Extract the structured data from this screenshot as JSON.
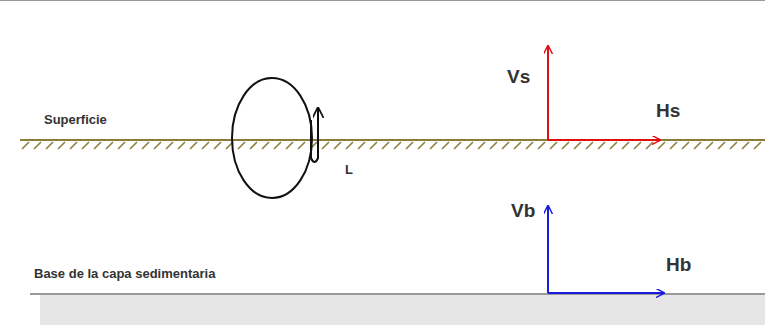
{
  "diagram": {
    "labels": [
      "Superficie",
      "L",
      "Vs",
      "Hs",
      "Vb",
      "Hb",
      "Base de la capa sedimentaria"
    ]
  }
}
